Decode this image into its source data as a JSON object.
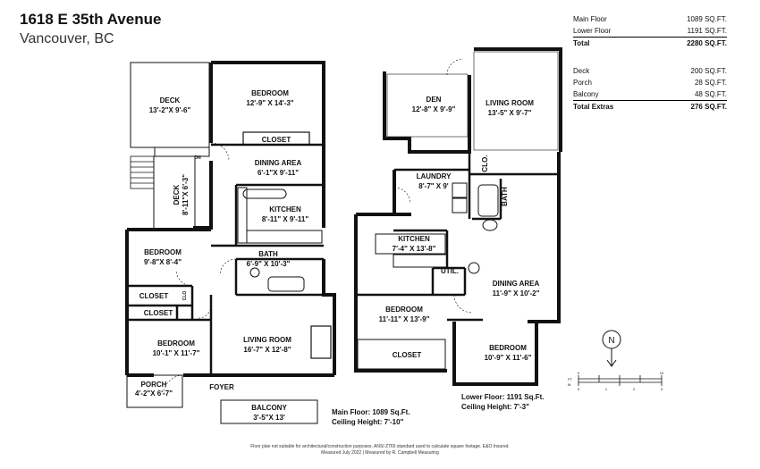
{
  "header": {
    "address": "1618 E 35th Avenue",
    "city": "Vancouver, BC"
  },
  "areas": {
    "main_label": "Main Floor",
    "main_value": "1089 SQ.FT.",
    "lower_label": "Lower Floor",
    "lower_value": "1191 SQ.FT.",
    "total_label": "Total",
    "total_value": "2280 SQ.FT.",
    "deck_label": "Deck",
    "deck_value": "200 SQ.FT.",
    "porch_label": "Porch",
    "porch_value": "28 SQ.FT.",
    "balcony_label": "Balcony",
    "balcony_value": "48 SQ.FT.",
    "extras_label": "Total Extras",
    "extras_value": "276 SQ.FT."
  },
  "main_floor": {
    "deck_name": "DECK",
    "deck_dim": "13'-2\"X 9'-6\"",
    "deck2_name": "DECK",
    "deck2_dim": "8'-11\"X 6'-3\"",
    "dn": "DN",
    "bedroom1_name": "BEDROOM",
    "bedroom1_dim": "12'-9\" X 14'-3\"",
    "closet1": "CLOSET",
    "dining_name": "DINING AREA",
    "dining_dim": "6'-1\"X 9'-11\"",
    "kitchen_name": "KITCHEN",
    "kitchen_dim": "8'-11\" X 9'-11\"",
    "bedroom2_name": "BEDROOM",
    "bedroom2_dim": "9'-8\"X 8'-4\"",
    "bath_name": "BATH",
    "bath_dim": "6'-9\" X 10'-3\"",
    "closet2": "CLOSET",
    "clo": "CLO",
    "closet3": "CLOSET",
    "bedroom3_name": "BEDROOM",
    "bedroom3_dim": "10'-1\" X 11'-7\"",
    "living_name": "LIVING ROOM",
    "living_dim": "16'-7\" X 12'-8\"",
    "porch_name": "PORCH",
    "porch_dim": "4'-2\"X 6'-7\"",
    "foyer": "FOYER",
    "balcony_name": "BALCONY",
    "balcony_dim": "3'-5\"X 13'",
    "note_line1": "Main Floor: 1089 Sq.Ft.",
    "note_line2": "Ceiling Height: 7'-10\""
  },
  "lower_floor": {
    "den_name": "DEN",
    "den_dim": "12'-8\" X 9'-9\"",
    "living_name": "LIVING ROOM",
    "living_dim": "13'-5\" X 9'-7\"",
    "clo": "CLO.",
    "laundry_name": "LAUNDRY",
    "laundry_dim": "8'-7\" X 9'",
    "bath": "BATH",
    "kitchen_name": "KITCHEN",
    "kitchen_dim": "7'-4\" X 13'-8\"",
    "util": "UTIL.",
    "dining_name": "DINING AREA",
    "dining_dim": "11'-9\" X 10'-2\"",
    "bedroom1_name": "BEDROOM",
    "bedroom1_dim": "11'-11\" X 13'-9\"",
    "closet": "CLOSET",
    "bedroom2_name": "BEDROOM",
    "bedroom2_dim": "10'-9\" X 11'-6\"",
    "note_line1": "Lower Floor: 1191 Sq.Ft.",
    "note_line2": "Ceiling Height: 7'-3\""
  },
  "legend": {
    "compass_n": "N",
    "scale_ft": "FT",
    "scale_m": "M",
    "ft_ticks": [
      "0",
      "10"
    ],
    "m_ticks": [
      "0",
      "1",
      "2",
      "3"
    ]
  },
  "footer": {
    "line1": "Floor plan not suitable for architectural/construction purposes. ANSI Z765 standard used to calculate square footage. E&O Insured.",
    "line2": "Measured July 2022 | Measured by R. Campbell Measuring"
  }
}
